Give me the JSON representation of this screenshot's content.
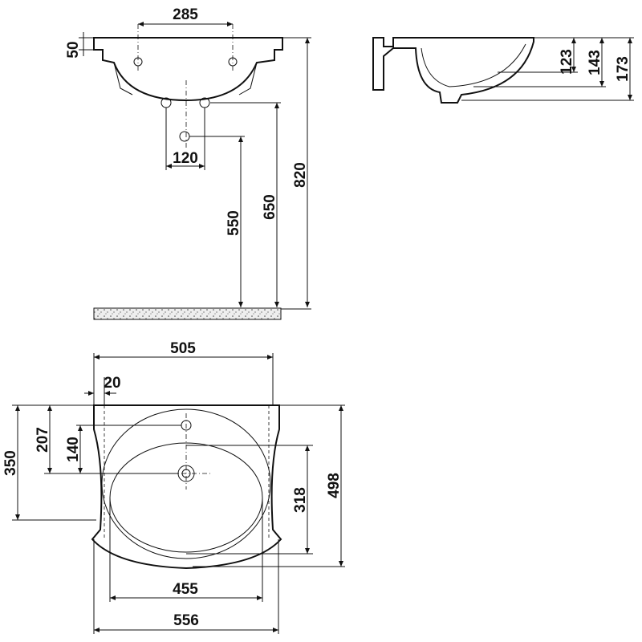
{
  "front_view": {
    "dim_tap_spacing": "285",
    "dim_rim_height": "50",
    "dim_waste_spacing": "120",
    "dim_waste_height": "550",
    "dim_bottom_height": "650",
    "dim_top_height": "820"
  },
  "side_view": {
    "dim_basin_depth_inner": "123",
    "dim_basin_depth_mid": "143",
    "dim_basin_depth_total": "173"
  },
  "plan_view": {
    "dim_inner_width": "505",
    "dim_edge_offset": "20",
    "dim_tap_from_back": "207",
    "dim_tap_to_drain": "140",
    "dim_side_depth": "350",
    "dim_basin_length": "318",
    "dim_total_depth": "498",
    "dim_basin_width": "455",
    "dim_total_width": "556"
  }
}
